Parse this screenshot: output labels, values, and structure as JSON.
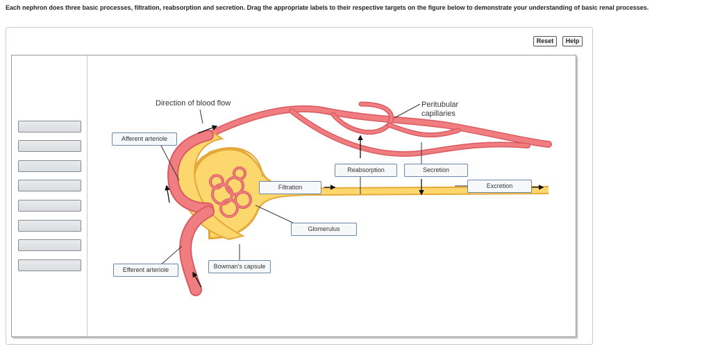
{
  "instructions": "Each nephron does three basic processes, filtration, reabsorption and secretion.  Drag the appropriate labels to their respective targets on the figure below to demonstrate your understanding of basic renal processes.",
  "buttons": {
    "reset": "Reset",
    "help": "Help"
  },
  "figure_text": {
    "direction": "Direction of blood flow",
    "peritubular_1": "Peritubular",
    "peritubular_2": "capillaries"
  },
  "labels": {
    "afferent": "Afferent arteriole",
    "efferent": "Efferent arteriole",
    "bowman": "Bowman's capsule",
    "filtration": "Filtration",
    "glomerulus": "Glomerulus",
    "reabsorption": "Reabsorption",
    "secretion": "Secretion",
    "excretion": "Excretion"
  },
  "colors": {
    "vessel": "#f07e80",
    "vessel_edge": "#d95a60",
    "tubule": "#fbd76e",
    "tubule_edge": "#e5a93a",
    "label_border": "#6c86a8"
  }
}
